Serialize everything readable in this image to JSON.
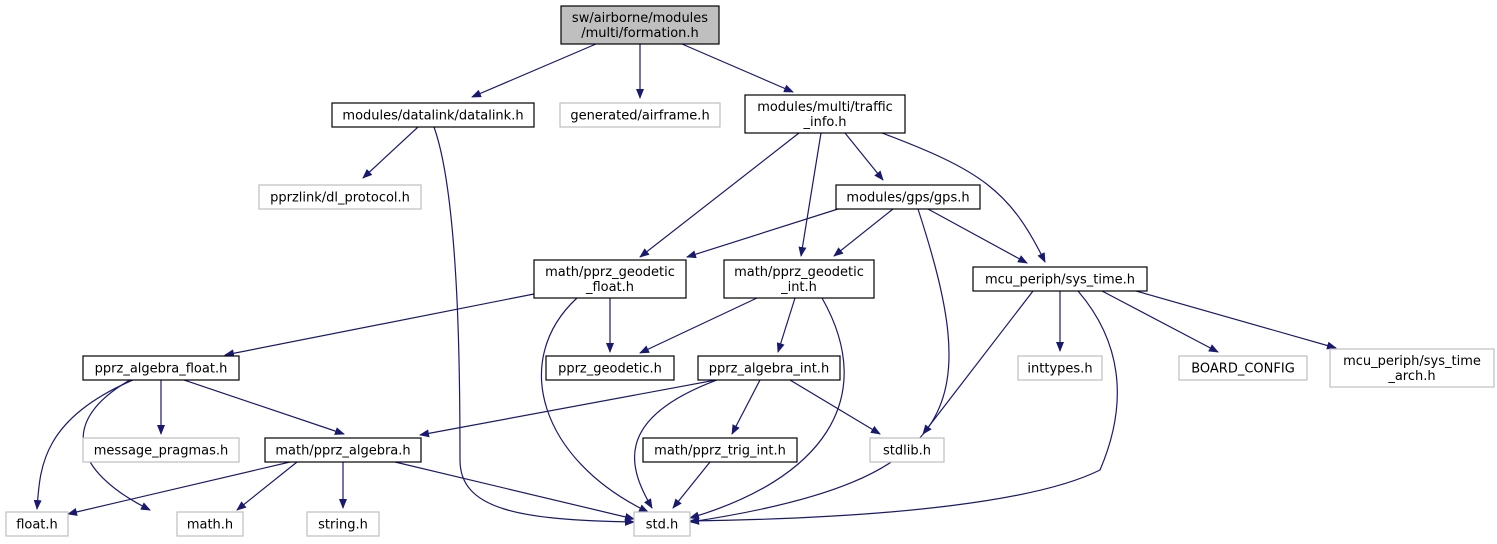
{
  "diagram": {
    "type": "include-dependency-graph",
    "colors": {
      "edge": "#191970",
      "root_fill": "#bfbfbf",
      "documented_border": "#000000",
      "undocumented_border": "#bfbfbf",
      "text": "#000000"
    },
    "nodes": [
      {
        "id": "formation",
        "lines": [
          "sw/airborne/modules",
          "/multi/formation.h"
        ],
        "kind": "root"
      },
      {
        "id": "datalink",
        "lines": [
          "modules/datalink/datalink.h"
        ],
        "kind": "documented"
      },
      {
        "id": "airframe",
        "lines": [
          "generated/airframe.h"
        ],
        "kind": "undocumented"
      },
      {
        "id": "traffic",
        "lines": [
          "modules/multi/traffic",
          "_info.h"
        ],
        "kind": "documented"
      },
      {
        "id": "dlproto",
        "lines": [
          "pprzlink/dl_protocol.h"
        ],
        "kind": "undocumented"
      },
      {
        "id": "gps",
        "lines": [
          "modules/gps/gps.h"
        ],
        "kind": "documented"
      },
      {
        "id": "geofloat",
        "lines": [
          "math/pprz_geodetic",
          "_float.h"
        ],
        "kind": "documented"
      },
      {
        "id": "geoint",
        "lines": [
          "math/pprz_geodetic",
          "_int.h"
        ],
        "kind": "documented"
      },
      {
        "id": "systime",
        "lines": [
          "mcu_periph/sys_time.h"
        ],
        "kind": "documented"
      },
      {
        "id": "algfloat",
        "lines": [
          "pprz_algebra_float.h"
        ],
        "kind": "documented"
      },
      {
        "id": "geodetic",
        "lines": [
          "pprz_geodetic.h"
        ],
        "kind": "documented"
      },
      {
        "id": "algint",
        "lines": [
          "pprz_algebra_int.h"
        ],
        "kind": "documented"
      },
      {
        "id": "inttypes",
        "lines": [
          "inttypes.h"
        ],
        "kind": "undocumented"
      },
      {
        "id": "board",
        "lines": [
          "BOARD_CONFIG"
        ],
        "kind": "undocumented"
      },
      {
        "id": "sysarch",
        "lines": [
          "mcu_periph/sys_time",
          "_arch.h"
        ],
        "kind": "undocumented"
      },
      {
        "id": "pragmas",
        "lines": [
          "message_pragmas.h"
        ],
        "kind": "undocumented"
      },
      {
        "id": "algebra",
        "lines": [
          "math/pprz_algebra.h"
        ],
        "kind": "documented"
      },
      {
        "id": "trigint",
        "lines": [
          "math/pprz_trig_int.h"
        ],
        "kind": "documented"
      },
      {
        "id": "stdlib",
        "lines": [
          "stdlib.h"
        ],
        "kind": "undocumented"
      },
      {
        "id": "float",
        "lines": [
          "float.h"
        ],
        "kind": "undocumented"
      },
      {
        "id": "math",
        "lines": [
          "math.h"
        ],
        "kind": "undocumented"
      },
      {
        "id": "string",
        "lines": [
          "string.h"
        ],
        "kind": "undocumented"
      },
      {
        "id": "std",
        "lines": [
          "std.h"
        ],
        "kind": "undocumented"
      }
    ],
    "edges": [
      {
        "from": "formation",
        "to": "datalink"
      },
      {
        "from": "formation",
        "to": "airframe"
      },
      {
        "from": "formation",
        "to": "traffic"
      },
      {
        "from": "datalink",
        "to": "dlproto"
      },
      {
        "from": "datalink",
        "to": "std"
      },
      {
        "from": "traffic",
        "to": "geofloat"
      },
      {
        "from": "traffic",
        "to": "geoint"
      },
      {
        "from": "traffic",
        "to": "gps"
      },
      {
        "from": "traffic",
        "to": "systime"
      },
      {
        "from": "gps",
        "to": "geofloat"
      },
      {
        "from": "gps",
        "to": "geoint"
      },
      {
        "from": "gps",
        "to": "systime"
      },
      {
        "from": "gps",
        "to": "std"
      },
      {
        "from": "geofloat",
        "to": "algfloat"
      },
      {
        "from": "geofloat",
        "to": "geodetic"
      },
      {
        "from": "geofloat",
        "to": "std"
      },
      {
        "from": "geoint",
        "to": "geodetic"
      },
      {
        "from": "geoint",
        "to": "algint"
      },
      {
        "from": "geoint",
        "to": "std"
      },
      {
        "from": "systime",
        "to": "inttypes"
      },
      {
        "from": "systime",
        "to": "board"
      },
      {
        "from": "systime",
        "to": "sysarch"
      },
      {
        "from": "systime",
        "to": "stdlib"
      },
      {
        "from": "systime",
        "to": "std"
      },
      {
        "from": "algfloat",
        "to": "pragmas"
      },
      {
        "from": "algfloat",
        "to": "algebra"
      },
      {
        "from": "algfloat",
        "to": "float"
      },
      {
        "from": "algfloat",
        "to": "math"
      },
      {
        "from": "algint",
        "to": "algebra"
      },
      {
        "from": "algint",
        "to": "trigint"
      },
      {
        "from": "algint",
        "to": "stdlib"
      },
      {
        "from": "algint",
        "to": "std"
      },
      {
        "from": "algebra",
        "to": "float"
      },
      {
        "from": "algebra",
        "to": "math"
      },
      {
        "from": "algebra",
        "to": "string"
      },
      {
        "from": "algebra",
        "to": "std"
      },
      {
        "from": "trigint",
        "to": "std"
      }
    ]
  }
}
